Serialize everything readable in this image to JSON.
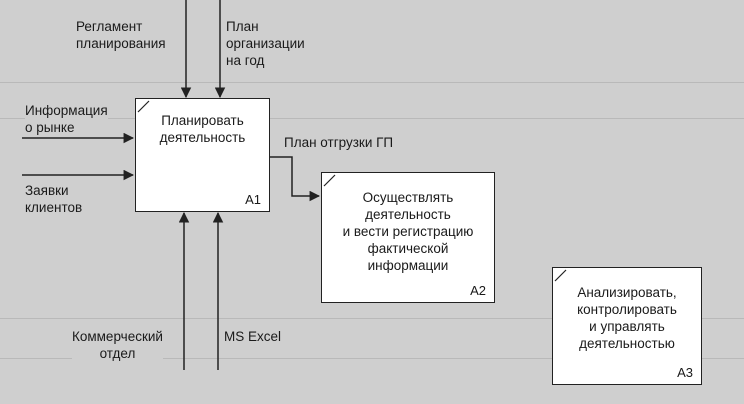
{
  "diagram": {
    "blocks": [
      {
        "id": "A1",
        "label": "Планировать\nдеятельность",
        "number": "A1"
      },
      {
        "id": "A2",
        "label": "Осуществлять\nдеятельность\nи вести регистрацию\nфактической\nинформации",
        "number": "A2"
      },
      {
        "id": "A3",
        "label": "Анализировать,\nконтролировать\nи управлять\nдеятельностью",
        "number": "A3"
      }
    ],
    "controls": [
      {
        "label": "Регламент\nпланирования"
      },
      {
        "label": "План\nорганизации\nна год"
      }
    ],
    "inputs": [
      {
        "label": "Информация\nо рынке"
      },
      {
        "label": "Заявки\nклиентов"
      }
    ],
    "mechanisms": [
      {
        "label": "Коммерческий\nотдел"
      },
      {
        "label": "MS Excel"
      }
    ],
    "outputs": [
      {
        "label": "План отгрузки ГП"
      }
    ]
  }
}
